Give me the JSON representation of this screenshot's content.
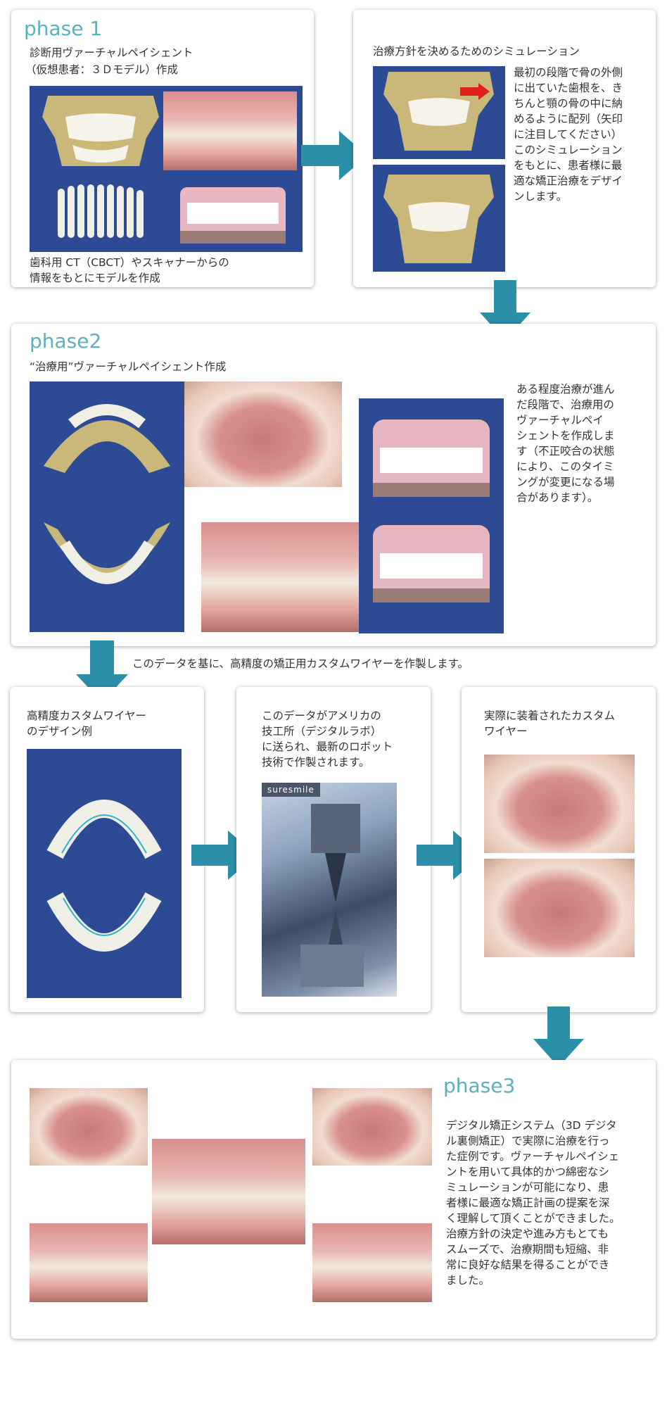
{
  "phase1": {
    "title": "phase 1",
    "heading_line1": "診断用ヴァーチャルペイシェント",
    "heading_line2": "（仮想患者：３Ｄモデル）作成",
    "caption_line1": "歯科用 CT（CBCT）やスキャナーからの",
    "caption_line2": "情報をもとにモデルを作成"
  },
  "simulation": {
    "heading": "治療方針を決めるためのシミュレーション",
    "description_lines": [
      "最初の段階で骨の外側",
      "に出ていた歯根を、き",
      "ちんと顎の骨の中に納",
      "めるように配列（矢印",
      "に注目してください）",
      "このシミュレーション",
      "をもとに、患者様に最",
      "適な矯正治療をデザイ",
      "ンします。"
    ]
  },
  "phase2": {
    "title": "phase2",
    "heading": "“治療用”ヴァーチャルペイシェント作成",
    "description_lines": [
      "ある程度治療が進ん",
      "だ段階で、治療用の",
      "ヴァーチャルペイ",
      "シェントを作成しま",
      "す（不正咬合の状態",
      "により、このタイミ",
      "ングが変更になる場",
      "合があります）。"
    ]
  },
  "wire_note": "このデータを基に、高精度の矯正用カスタムワイヤーを作製します。",
  "wire_design": {
    "heading_lines": [
      "高精度カスタムワイヤー",
      "のデザイン例"
    ]
  },
  "robot": {
    "heading_lines": [
      "このデータがアメリカの",
      "技工所（デジタルラボ）",
      "に送られ、最新のロボット",
      "技術で作製されます。"
    ],
    "brand": "suresmile"
  },
  "installed": {
    "heading_lines": [
      "実際に装着されたカスタム",
      "ワイヤー"
    ]
  },
  "phase3": {
    "title": "phase3",
    "description_lines": [
      "デジタル矯正システム（3D デジタ",
      "ル裏側矯正）で実際に治療を行っ",
      "た症例です。ヴァーチャルペイシェ",
      "ントを用いて具体的かつ綿密なシ",
      "ミュレーションが可能になり、患",
      "者様に最適な矯正計画の提案を深",
      "く理解して頂くことができました。",
      "治療方針の決定や進み方もとても",
      "スムーズで、治療期間も短縮、非",
      "常に良好な結果を得ることができ",
      "ました。"
    ]
  },
  "colors": {
    "accent_teal": "#2b8fa8",
    "phase_title": "#5bb0bf",
    "model_background": "#2d4b95",
    "sim_arrow_red": "#e0201b"
  }
}
